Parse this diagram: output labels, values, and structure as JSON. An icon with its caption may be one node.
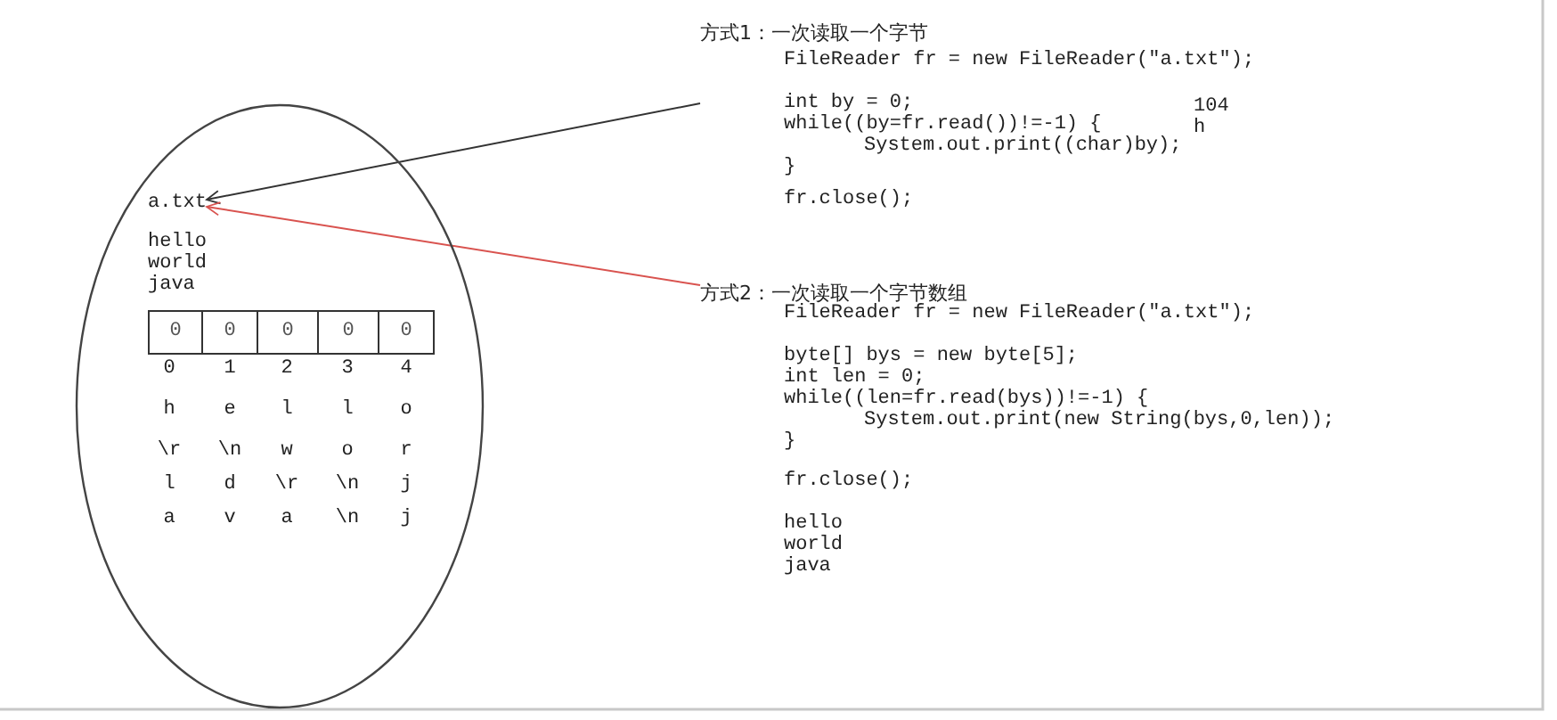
{
  "diagram": {
    "nodes": [
      {
        "text": [],
        "shape": "circle"
      },
      {
        "text": [
          "a.txt"
        ],
        "in": 0
      },
      {
        "text": [
          "方式1：一次读取一个字节",
          "FileReader fr = new FileReader(\"a.txt\");",
          "int by = 0;",
          "while((by=fr.read())!=-1) {",
          "System.out.print((char)by);",
          "}",
          "fr.close();"
        ]
      },
      {
        "text": [
          "方式2：一次读取一个字节数组",
          "FileReader fr = new FileReader(\"a.txt\");",
          "byte[] bys = new byte[5];",
          "int len = 0;",
          "while((len=fr.read(bys))!=-1) {",
          "System.out.print(new String(bys,0,len));",
          "}",
          "fr.close();"
        ]
      }
    ],
    "edges": [
      {
        "from": 2,
        "to": 1,
        "arrow": "to"
      },
      {
        "from": 3,
        "to": 1,
        "arrow": "to",
        "color": "#d9534f"
      }
    ],
    "labels": [
      "hello world java",
      "0",
      "0",
      "0",
      "0",
      "0",
      "0",
      "1",
      "2",
      "3",
      "4",
      "h",
      "e",
      "l",
      "l",
      "o",
      "\\r",
      "\\n",
      "w",
      "o",
      "r",
      "l",
      "d",
      "\\r",
      "\\n",
      "j",
      "a",
      "v",
      "a",
      "\\n",
      "j",
      "104",
      "h",
      "hello world java"
    ]
  }
}
